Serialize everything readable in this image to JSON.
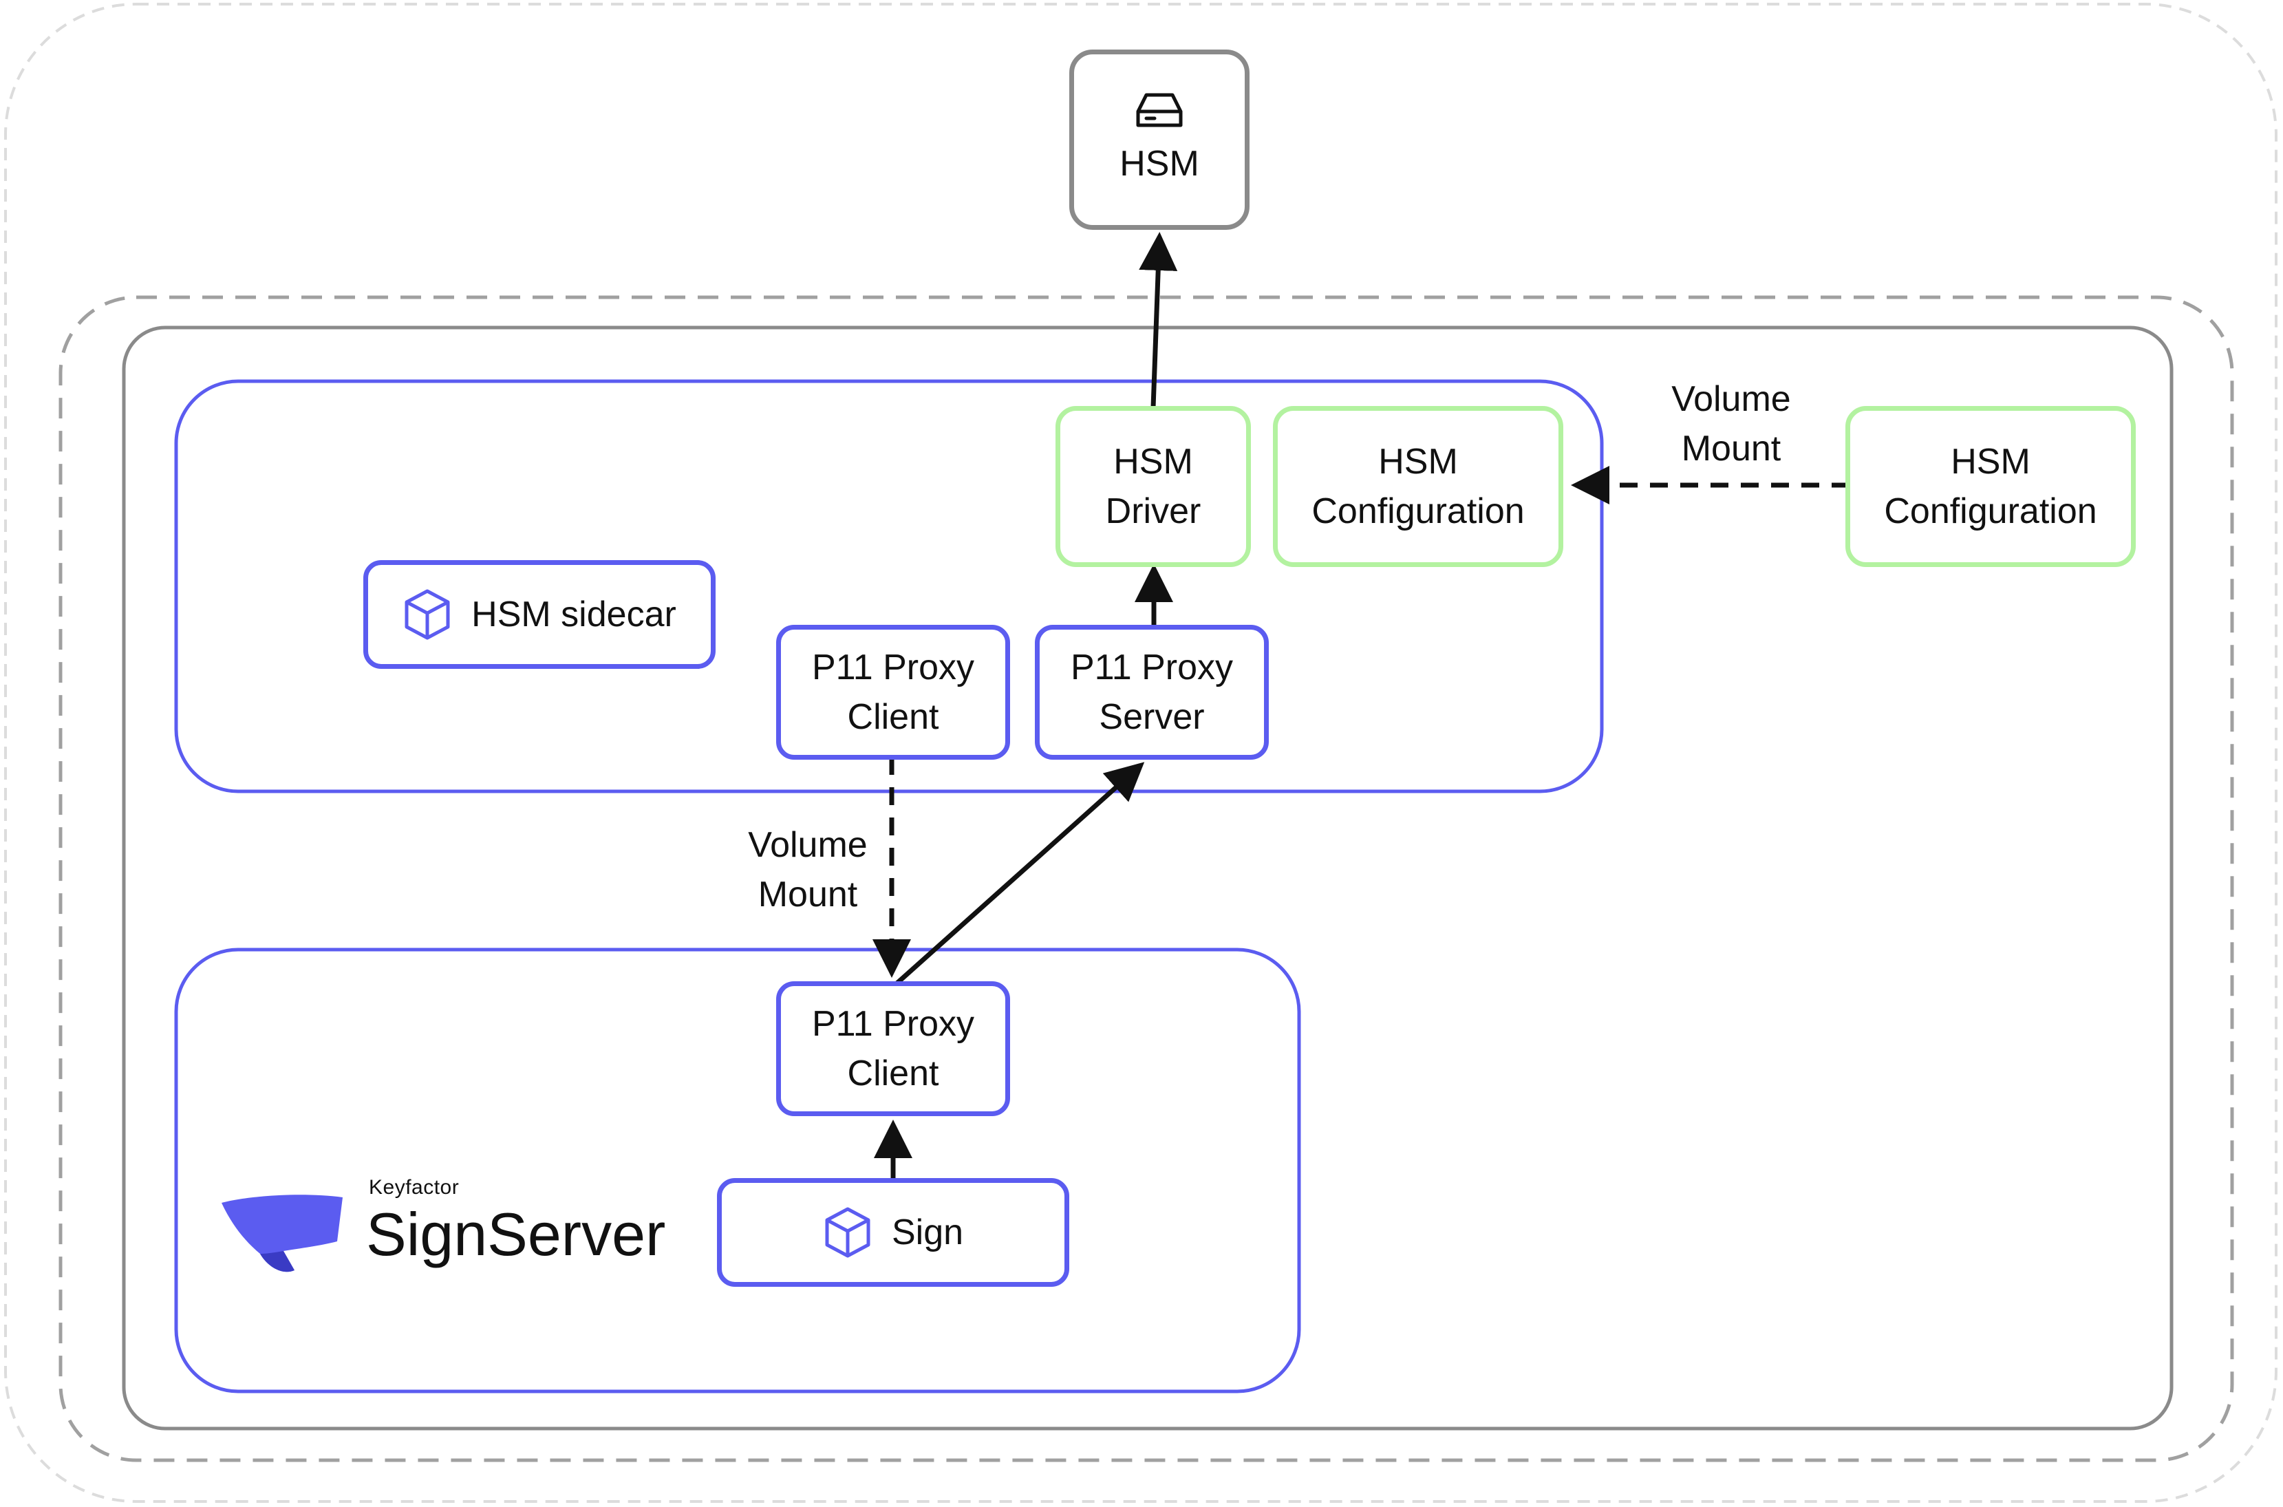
{
  "nodes": {
    "hsm": {
      "label": "HSM",
      "icon": "storage-drive-icon"
    },
    "hsm_driver": {
      "label": "HSM\nDriver"
    },
    "hsm_configuration_pod": {
      "label": "HSM\nConfiguration"
    },
    "hsm_configuration_external": {
      "label": "HSM\nConfiguration"
    },
    "hsm_sidecar": {
      "label": "HSM sidecar",
      "icon": "cube-icon"
    },
    "p11_proxy_client_sidecar": {
      "label": "P11 Proxy\nClient"
    },
    "p11_proxy_server": {
      "label": "P11 Proxy\nServer"
    },
    "p11_proxy_client_signserver": {
      "label": "P11 Proxy\nClient"
    },
    "sign": {
      "label": "Sign",
      "icon": "cube-icon"
    }
  },
  "edge_labels": {
    "volume_mount_config": "Volume\nMount",
    "volume_mount_client": "Volume\nMount"
  },
  "brand": {
    "small": "Keyfactor",
    "large": "SignServer",
    "logo_icon": "signserver-logo-icon"
  },
  "colors": {
    "blue": "#5b5cf0",
    "green": "#b3f2a0",
    "gray": "#8a8a8a",
    "dashed_gray": "#a0a0a0",
    "light_dashed": "#dcdcdc",
    "arrow": "#111111"
  }
}
